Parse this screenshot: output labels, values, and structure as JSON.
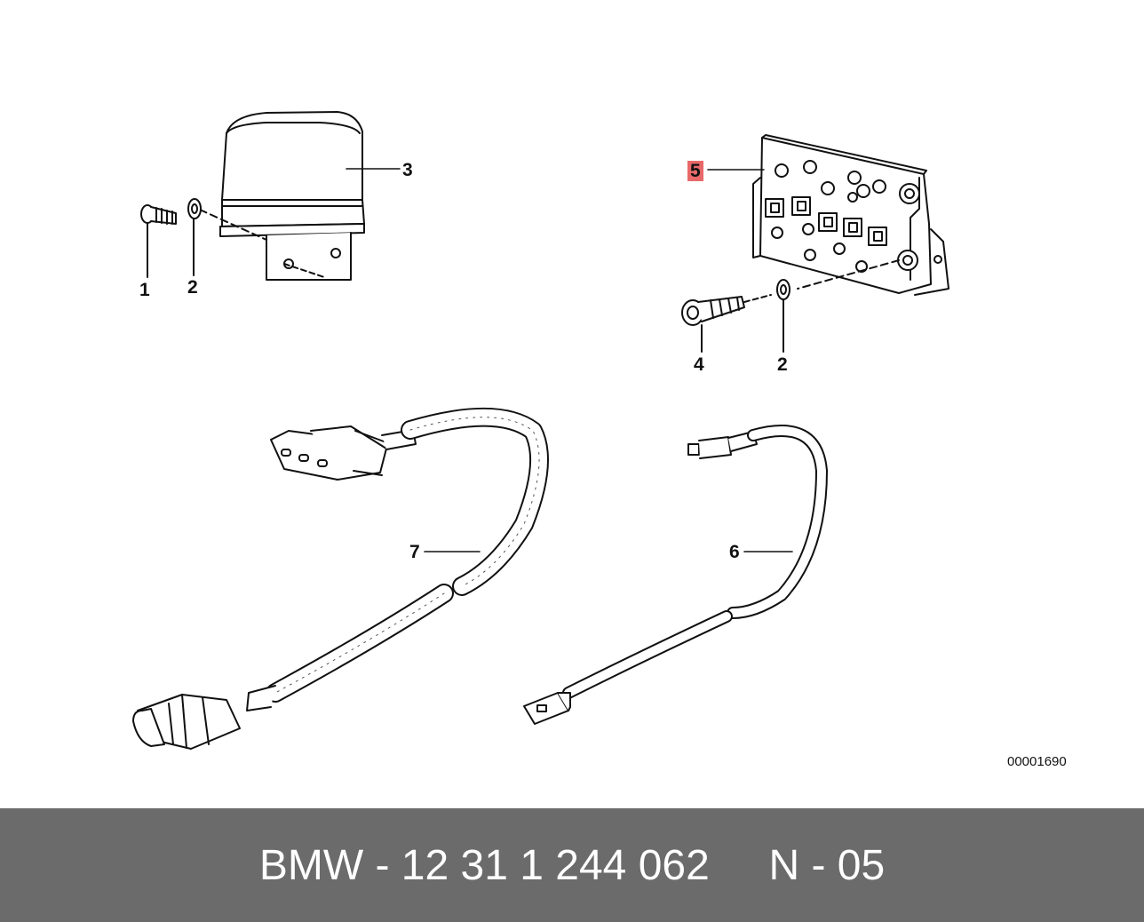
{
  "callouts": {
    "c1": "1",
    "c2a": "2",
    "c3": "3",
    "c5": "5",
    "c4": "4",
    "c2b": "2",
    "c7": "7",
    "c6": "6"
  },
  "diagram_number": "00001690",
  "footer": {
    "text": "BMW - 12 31 1 244 062     N - 05"
  },
  "colors": {
    "footer_bg": "#6b6b6b",
    "highlight": "#e8696a",
    "line": "#111111"
  }
}
